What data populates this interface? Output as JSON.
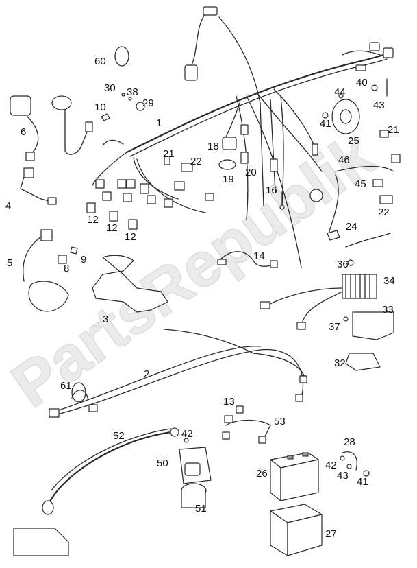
{
  "watermark": "PartsRepublik",
  "callouts": {
    "c1": "1",
    "c2": "2",
    "c3": "3",
    "c4": "4",
    "c5": "5",
    "c6": "6",
    "c8": "8",
    "c9": "9",
    "c10": "10",
    "c12a": "12",
    "c12b": "12",
    "c12c": "12",
    "c13": "13",
    "c14": "14",
    "c16": "16",
    "c18": "18",
    "c19": "19",
    "c20": "20",
    "c21a": "21",
    "c21b": "21",
    "c22a": "22",
    "c22b": "22",
    "c24": "24",
    "c25": "25",
    "c26": "26",
    "c27": "27",
    "c28": "28",
    "c29": "29",
    "c30": "30",
    "c32": "32",
    "c33": "33",
    "c34": "34",
    "c36": "36",
    "c37": "37",
    "c38": "38",
    "c40": "40",
    "c41a": "41",
    "c41b": "41",
    "c42a": "42",
    "c42b": "42",
    "c43a": "43",
    "c43b": "43",
    "c44": "44",
    "c45": "45",
    "c46": "46",
    "c50": "50",
    "c51": "51",
    "c52": "52",
    "c53": "53",
    "c60": "60",
    "c61": "61"
  },
  "colors": {
    "line": "#2a2a2a",
    "watermark": "#ebebeb"
  }
}
